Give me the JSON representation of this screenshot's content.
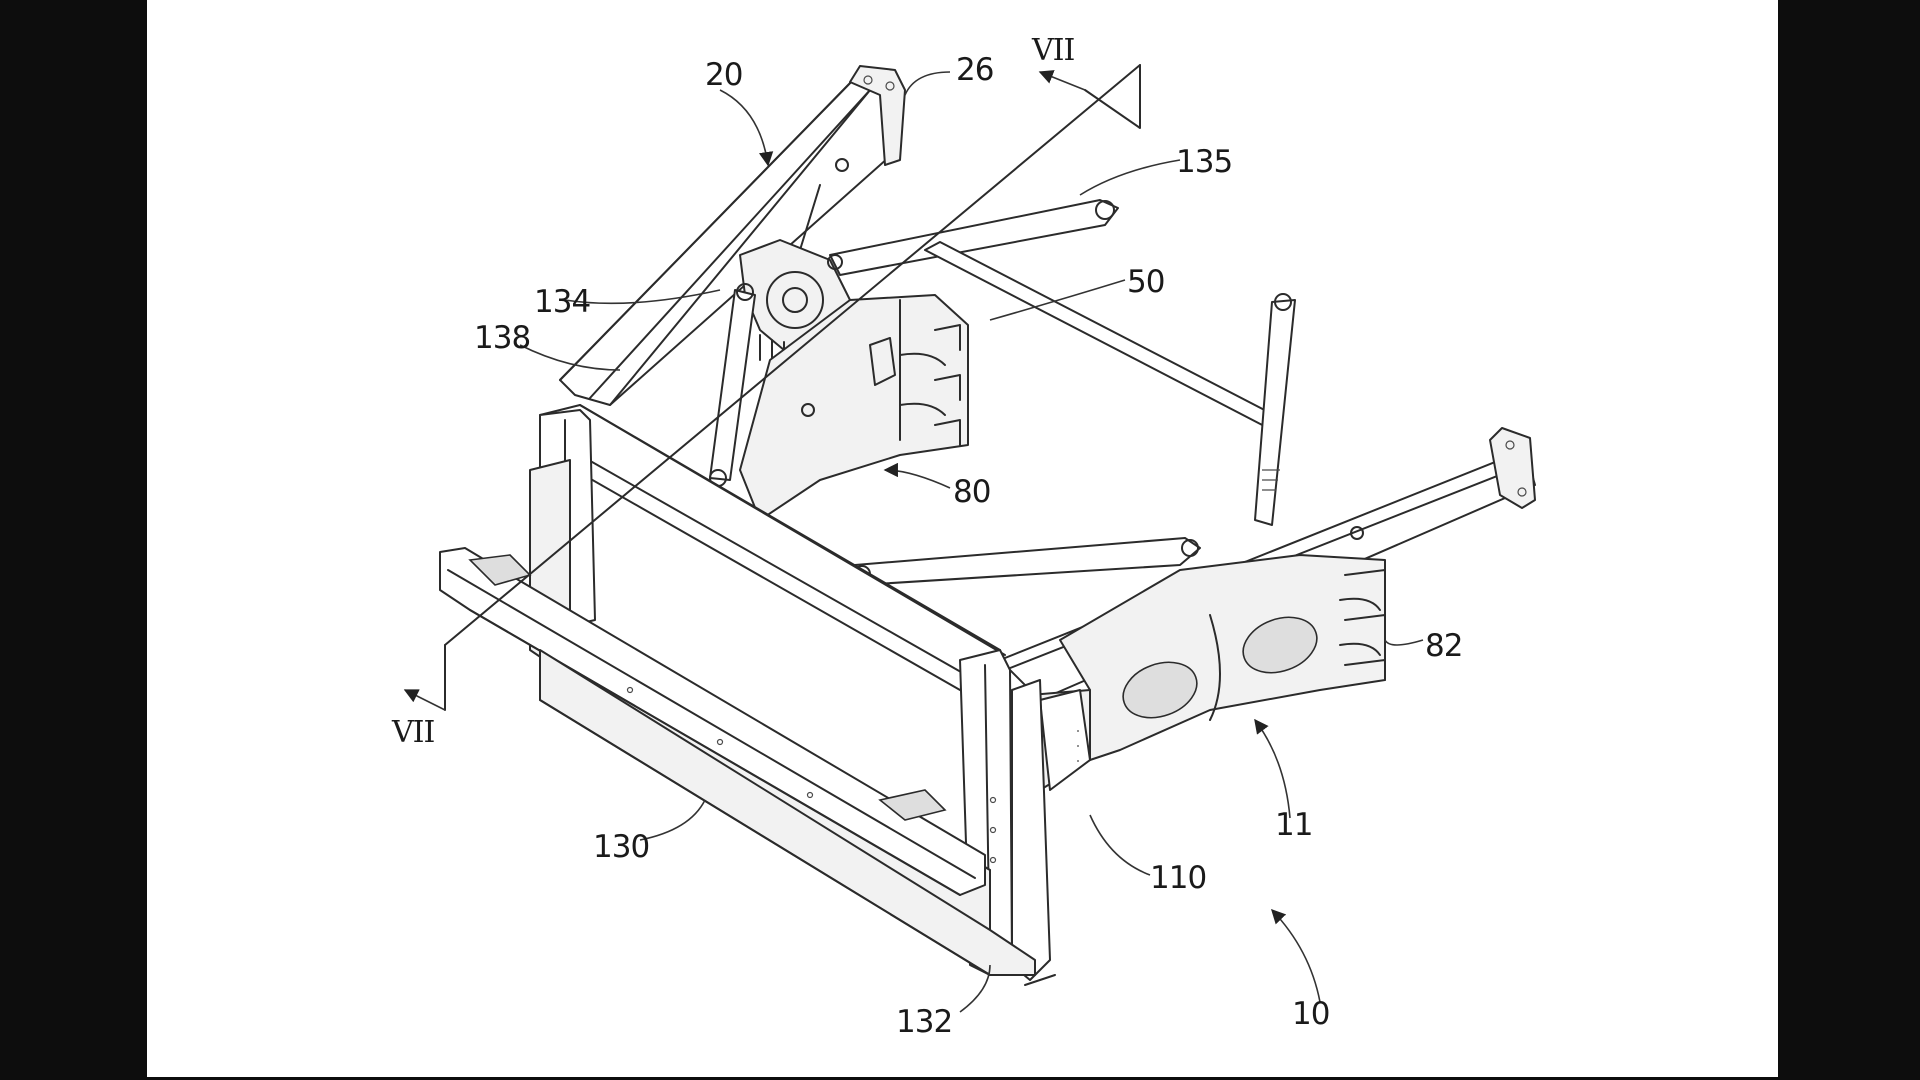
{
  "labels": {
    "ref_20": "20",
    "ref_26": "26",
    "ref_vii_top": "VII",
    "ref_135": "135",
    "ref_50": "50",
    "ref_134": "134",
    "ref_138": "138",
    "ref_80": "80",
    "ref_82": "82",
    "ref_vii_bottom": "VII",
    "ref_130": "130",
    "ref_110": "110",
    "ref_11": "11",
    "ref_10": "10",
    "ref_132": "132"
  },
  "colors": {
    "background": "#0d0d0d",
    "paper": "#ffffff",
    "ink": "#2b2b2b"
  }
}
